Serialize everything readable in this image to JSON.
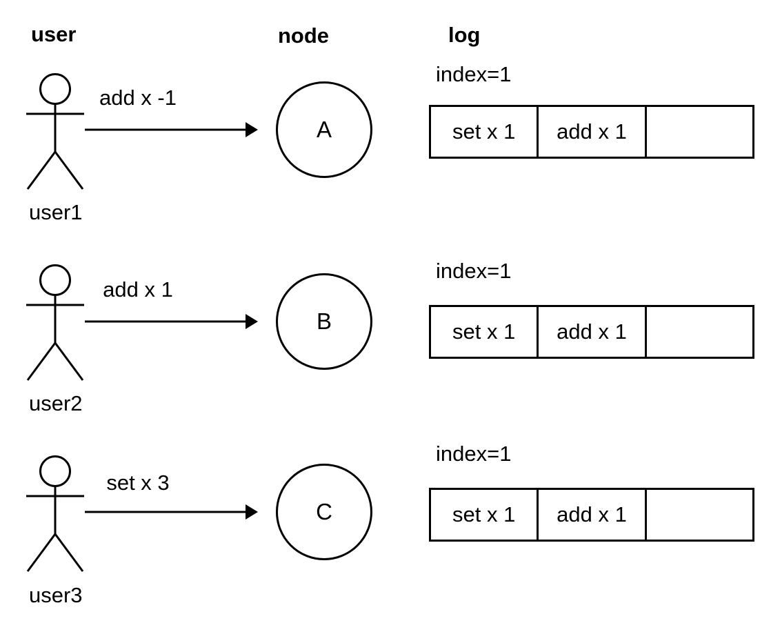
{
  "headers": {
    "user": "user",
    "node": "node",
    "log": "log"
  },
  "rows": [
    {
      "user_label": "user1",
      "message": "add x -1",
      "node_label": "A",
      "log_index": "index=1",
      "log_entries": [
        "set x 1",
        "add x 1",
        ""
      ]
    },
    {
      "user_label": "user2",
      "message": "add x 1",
      "node_label": "B",
      "log_index": "index=1",
      "log_entries": [
        "set x 1",
        "add x 1",
        ""
      ]
    },
    {
      "user_label": "user3",
      "message": "set x 3",
      "node_label": "C",
      "log_index": "index=1",
      "log_entries": [
        "set x 1",
        "add x 1",
        ""
      ]
    }
  ],
  "icons": {
    "user": "stick-figure-actor",
    "message": "right-arrow"
  },
  "colors": {
    "ink": "#000000",
    "background": "#ffffff"
  }
}
